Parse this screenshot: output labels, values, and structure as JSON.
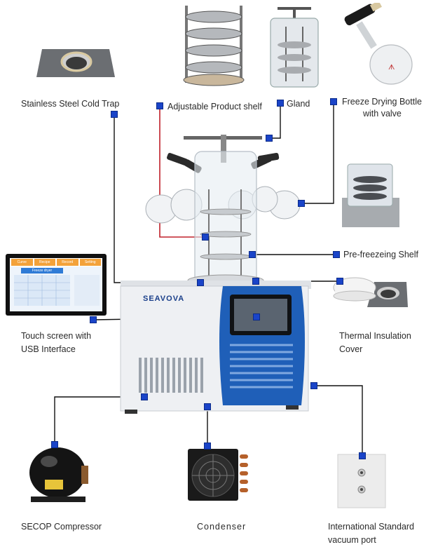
{
  "labels": {
    "cold_trap": "Stainless Steel Cold Trap",
    "product_shelf": "Adjustable Product shelf",
    "gland": "Gland",
    "bottle_line1": "Freeze Drying Bottle",
    "bottle_line2": "with valve",
    "prefreezing_shelf": "Pre-freezeing Shelf",
    "touch_line1": "Touch screen with",
    "touch_line2": "USB Interface",
    "cover_line1": "Thermal Insulation",
    "cover_line2": "Cover",
    "compressor": "SECOP Compressor",
    "condenser": "Condenser",
    "vacuum_line1": "International Standard",
    "vacuum_line2": "vacuum port"
  },
  "brand": "SEAVOVA",
  "colors": {
    "connector_square": "#1a44c8",
    "leader_line": "#111111",
    "product_shelf_line": "#c0202a",
    "machine_blue": "#1f5fb8",
    "machine_body": "#eef0f3"
  },
  "touchscreen": {
    "title": "Freeze dryer",
    "tabs": [
      "Curve",
      "Recipe",
      "Record",
      "Setting"
    ]
  }
}
